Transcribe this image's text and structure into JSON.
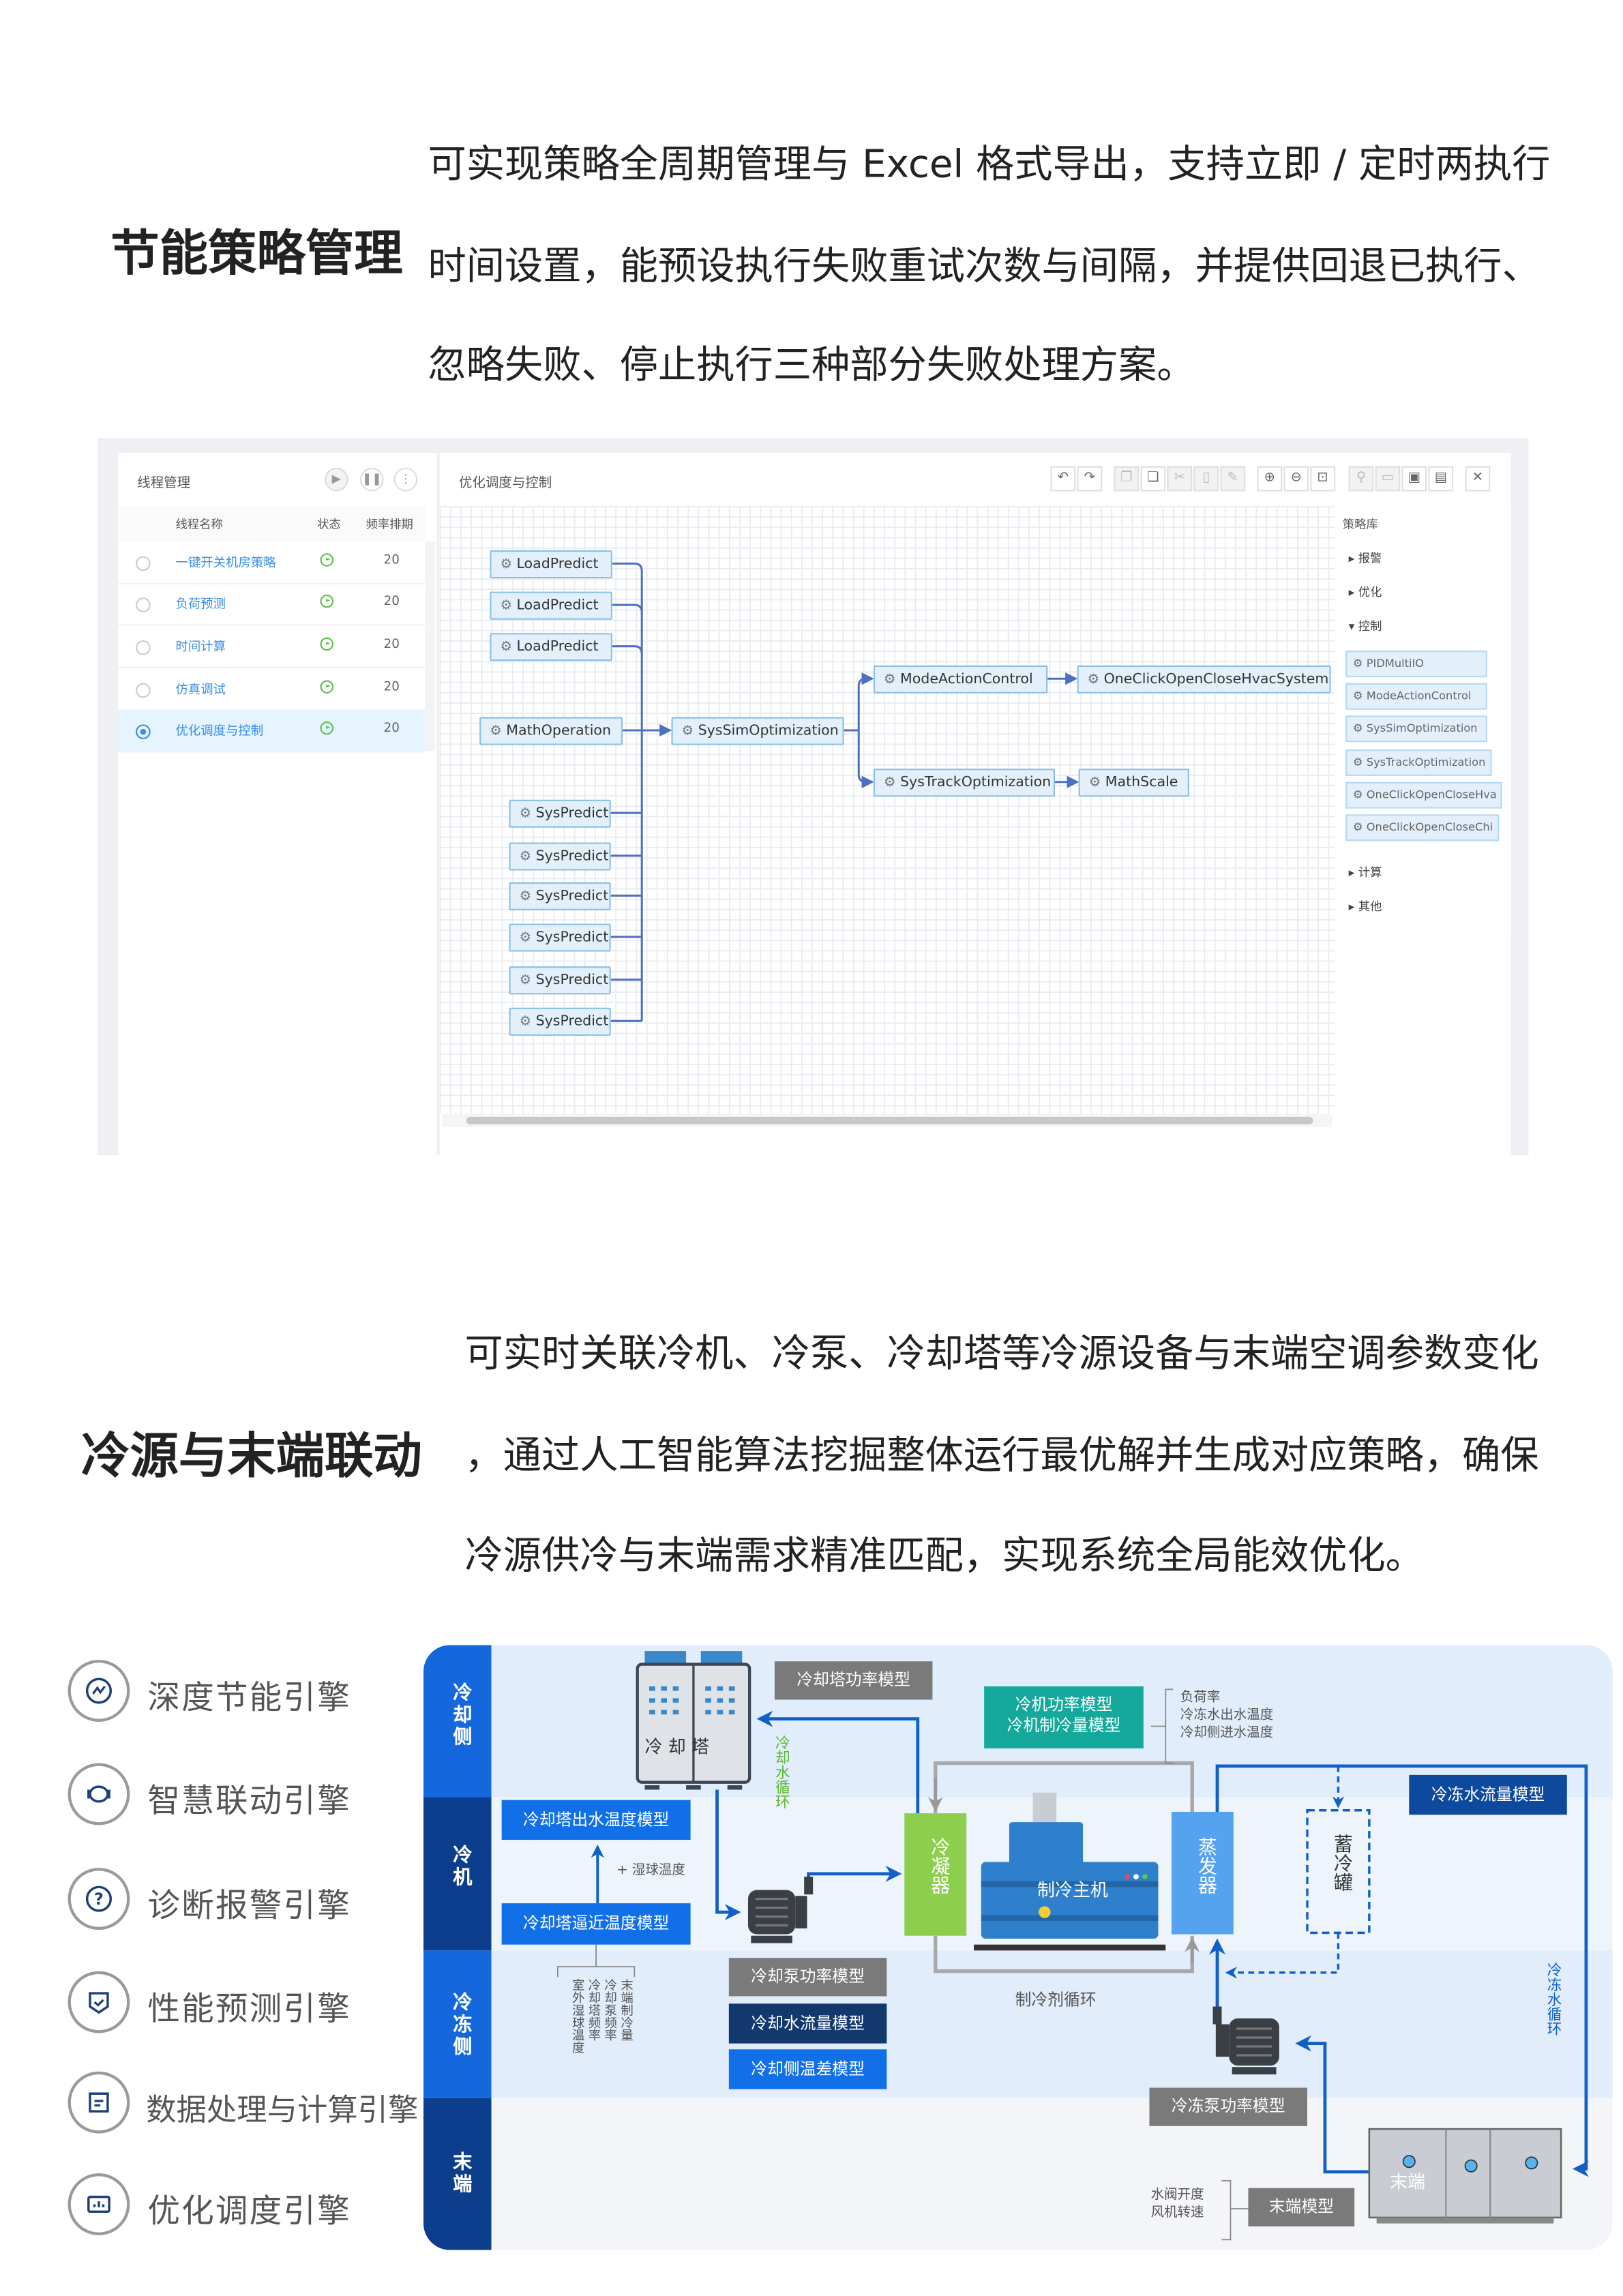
{
  "section1": {
    "title": "节能策略管理",
    "lines": [
      "可实现策略全周期管理与 Excel 格式导出，支持立即 / 定时两执行",
      "时间设置，能预设执行失败重试次数与间隔，并提供回退已执行、",
      "忽略失败、停止执行三种部分失败处理方案。"
    ]
  },
  "app": {
    "thread_panel": {
      "title": "线程管理",
      "buttons": [
        "play",
        "pause",
        "more"
      ],
      "columns": [
        "线程名称",
        "状态",
        "频率排期"
      ],
      "rows": [
        {
          "name": "一键开关机房策略",
          "status": "running",
          "freq": "20",
          "selected": false
        },
        {
          "name": "负荷预测",
          "status": "running",
          "freq": "20",
          "selected": false
        },
        {
          "name": "时间计算",
          "status": "running",
          "freq": "20",
          "selected": false
        },
        {
          "name": "仿真调试",
          "status": "running",
          "freq": "20",
          "selected": false
        },
        {
          "name": "优化调度与控制",
          "status": "running",
          "freq": "20",
          "selected": true
        }
      ]
    },
    "editor": {
      "title": "优化调度与控制",
      "toolbar": [
        "undo",
        "redo",
        "copy",
        "paste",
        "cut",
        "delete",
        "edit",
        "zoom-in",
        "zoom-out",
        "fit",
        "link",
        "search",
        "save",
        "export",
        "close"
      ],
      "nodes": {
        "load1": "LoadPredict",
        "load2": "LoadPredict",
        "load3": "LoadPredict",
        "math_op": "MathOperation",
        "sys_sim": "SysSimOptimization",
        "mode_action": "ModeActionControl",
        "one_click": "OneClickOpenCloseHvacSystem",
        "sys_track": "SysTrackOptimization",
        "math_scale": "MathScale",
        "sp1": "SysPredict",
        "sp2": "SysPredict",
        "sp3": "SysPredict",
        "sp4": "SysPredict",
        "sp5": "SysPredict",
        "sp6": "SysPredict"
      }
    },
    "library": {
      "title": "策略库",
      "categories": [
        "报警",
        "优化",
        "控制",
        "计算",
        "其他"
      ],
      "control_items": [
        "PIDMultiIO",
        "ModeActionControl",
        "SysSimOptimization",
        "SysTrackOptimization",
        "OneClickOpenCloseHva",
        "OneClickOpenCloseChi"
      ]
    }
  },
  "section2": {
    "title": "冷源与末端联动",
    "lines": [
      "可实时关联冷机、冷泵、冷却塔等冷源设备与末端空调参数变化",
      "，通过人工智能算法挖掘整体运行最优解并生成对应策略，确保",
      "冷源供冷与末端需求精准匹配，实现系统全局能效优化。"
    ]
  },
  "engines": [
    {
      "label": "深度节能引擎",
      "icon": "trend-icon"
    },
    {
      "label": "智慧联动引擎",
      "icon": "linkage-icon"
    },
    {
      "label": "诊断报警引擎",
      "icon": "question-icon"
    },
    {
      "label": "性能预测引擎",
      "icon": "shield-check-icon"
    },
    {
      "label": "数据处理与计算引擎",
      "icon": "document-icon"
    },
    {
      "label": "优化调度引擎",
      "icon": "bar-chart-icon"
    }
  ],
  "diagram": {
    "bands": [
      "冷却侧",
      "冷机",
      "冷冻侧",
      "末端"
    ],
    "cooling_tower": "冷 却 塔",
    "cooling_tower_power_model": "冷却塔功率模型",
    "chiller_models": [
      "冷机功率模型",
      "冷机制冷量模型"
    ],
    "chiller_inputs": [
      "负荷率",
      "冷冻水出水温度",
      "冷却侧进水温度"
    ],
    "cooling_water_loop": "冷却水循环",
    "tower_outlet_temp_model": "冷却塔出水温度模型",
    "wet_bulb": "+ 湿球温度",
    "tower_approach_model": "冷却塔逼近温度模型",
    "approach_inputs": [
      "室外湿球温度",
      "冷却塔频率",
      "冷却泵频率",
      "末端制冷量"
    ],
    "cooling_pump_power_model": "冷却泵功率模型",
    "cooling_water_flow_model": "冷却水流量模型",
    "cooling_side_dt_model": "冷却侧温差模型",
    "condenser": "冷凝器",
    "chiller": "制冷主机",
    "evaporator": "蒸发器",
    "refrigerant_loop": "制冷剂循环",
    "storage_tank": "蓄冷罐",
    "chilled_water_flow_model": "冷冻水流量模型",
    "chilled_water_loop": "冷冻水循环",
    "chilled_pump_power_model": "冷冻泵功率模型",
    "terminal": "末端",
    "terminal_model": "末端模型",
    "terminal_inputs": [
      "水阀开度",
      "风机转速"
    ],
    "colors": {
      "bright_blue": "#1467dc",
      "dark_blue": "#0d3e8e",
      "gray": "#7a7a7a",
      "teal": "#14a99a",
      "green": "#8ccf4d"
    }
  }
}
